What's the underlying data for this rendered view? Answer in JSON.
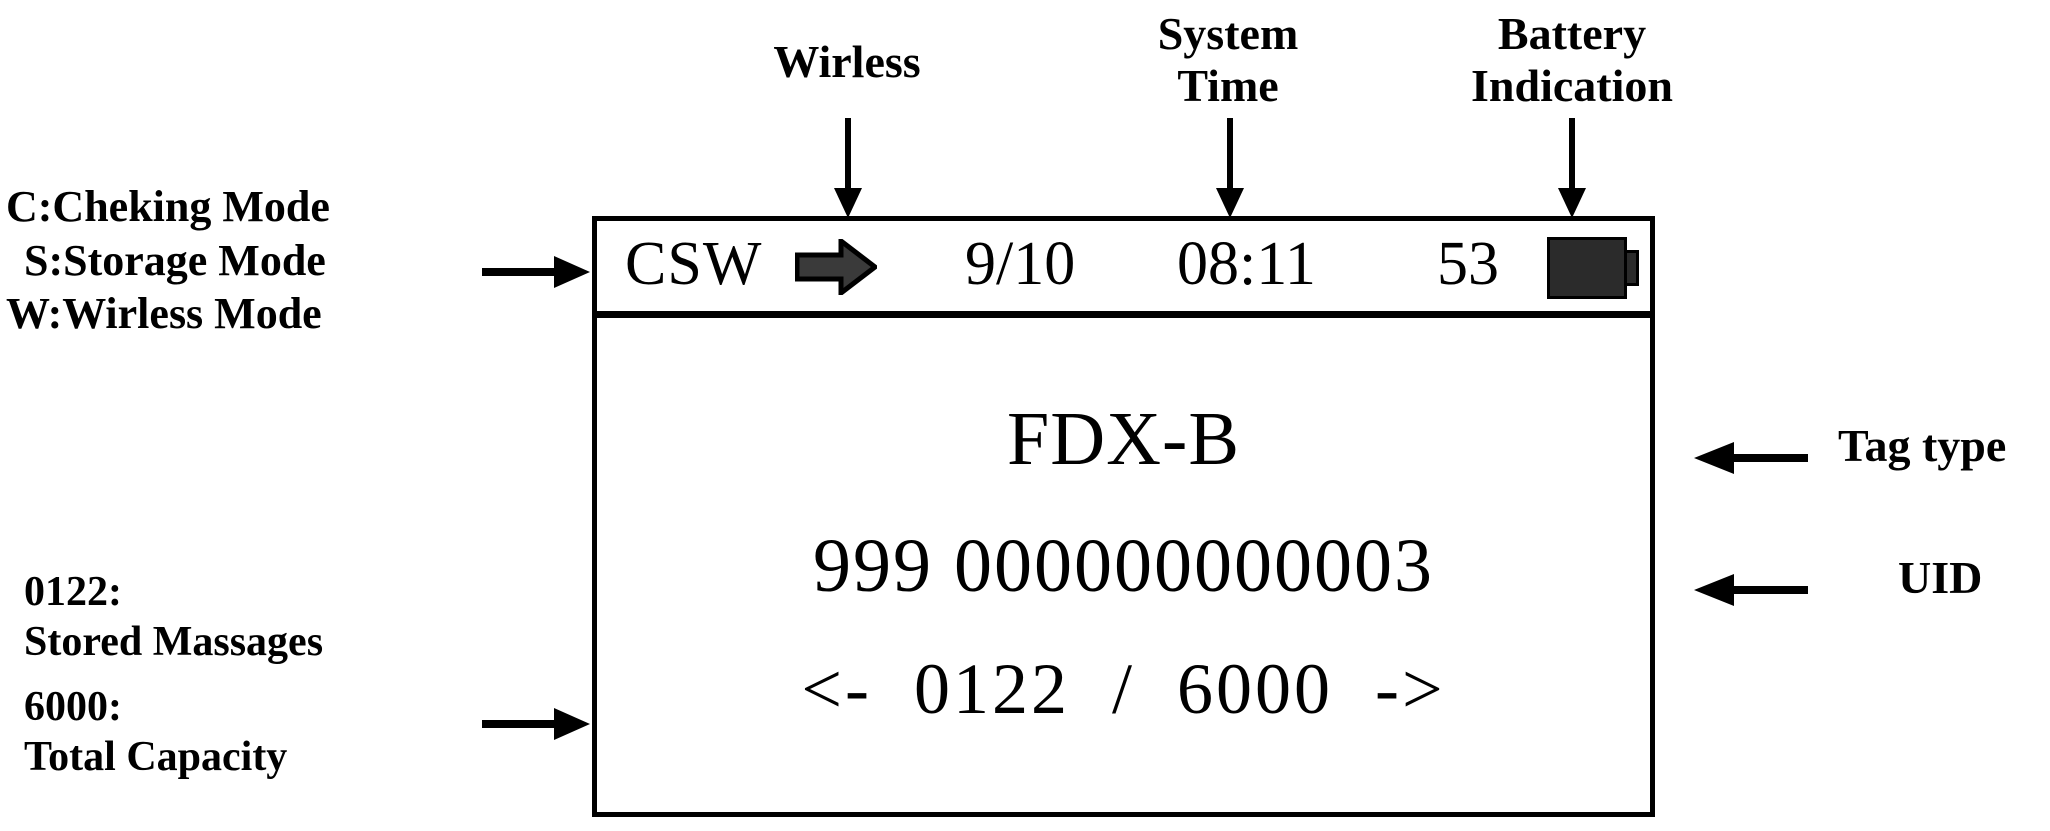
{
  "annotations": {
    "mode_legend": {
      "line1": "C:Cheking Mode",
      "line2": "S:Storage Mode",
      "line3": "W:Wirless Mode"
    },
    "capacity_legend": {
      "stored_value": "0122:",
      "stored_label": "Stored Massages",
      "total_value": "6000:",
      "total_label": "Total Capacity"
    },
    "wireless_label": "Wirless",
    "system_time_label_line1": "System",
    "system_time_label_line2": "Time",
    "battery_label_line1": "Battery",
    "battery_label_line2": "Indication",
    "tag_type_label": "Tag type",
    "uid_label": "UID"
  },
  "lcd": {
    "status_bar": {
      "mode": "CSW",
      "wireless_icon": "arrow-right-icon",
      "date": "9/10",
      "time": "08:11",
      "battery_percent": "53",
      "battery_icon": "battery-full-icon"
    },
    "body": {
      "tag_type": "FDX-B",
      "uid": "999 000000000003",
      "nav_line": "<-  0122  /  6000  ->",
      "nav_prev": "<-",
      "nav_current": "0122",
      "nav_separator": "/",
      "nav_total": "6000",
      "nav_next": "->"
    }
  },
  "colors": {
    "ink": "#000000",
    "paper": "#ffffff",
    "battery_fill": "#2b2b2b",
    "wireless_arrow_fill": "#3a3a3a"
  }
}
